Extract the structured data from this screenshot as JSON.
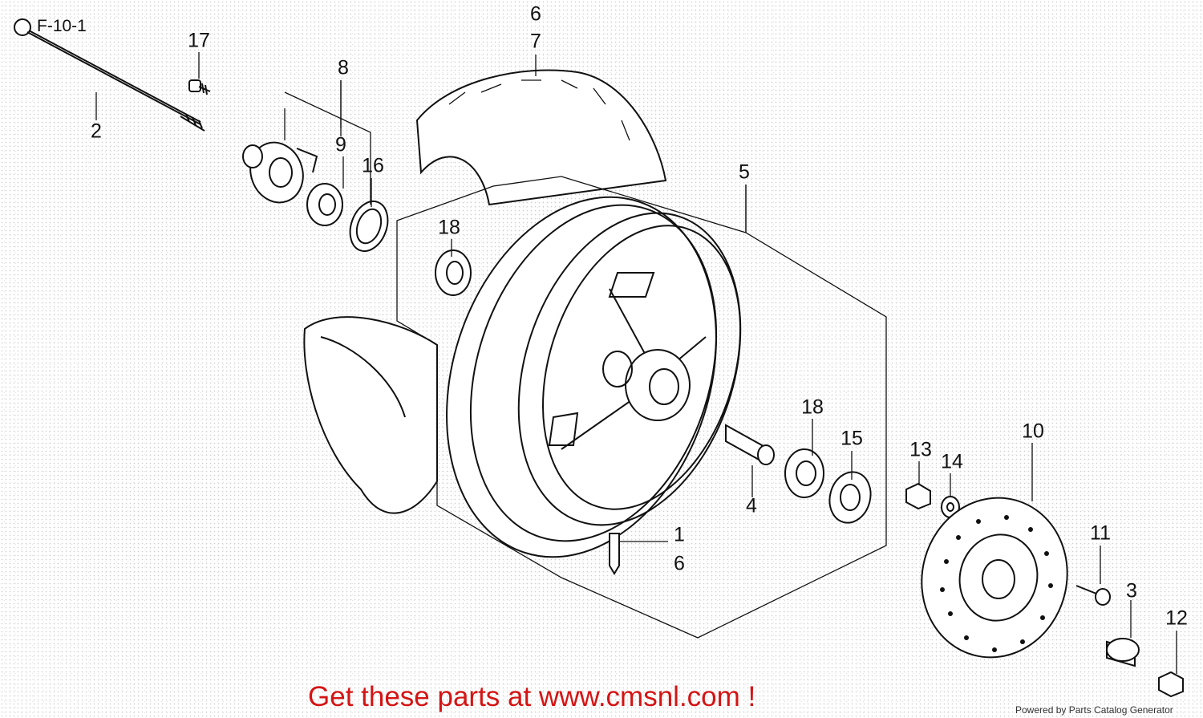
{
  "figure_code": "F-10-1",
  "callouts": [
    {
      "id": "c6a",
      "label": "6"
    },
    {
      "id": "c7",
      "label": "7"
    },
    {
      "id": "c17",
      "label": "17"
    },
    {
      "id": "c8",
      "label": "8"
    },
    {
      "id": "c2",
      "label": "2"
    },
    {
      "id": "c9",
      "label": "9"
    },
    {
      "id": "c16",
      "label": "16"
    },
    {
      "id": "c5",
      "label": "5"
    },
    {
      "id": "c18a",
      "label": "18"
    },
    {
      "id": "c18b",
      "label": "18"
    },
    {
      "id": "c15",
      "label": "15"
    },
    {
      "id": "c13",
      "label": "13"
    },
    {
      "id": "c14",
      "label": "14"
    },
    {
      "id": "c10",
      "label": "10"
    },
    {
      "id": "c4",
      "label": "4"
    },
    {
      "id": "c1",
      "label": "1"
    },
    {
      "id": "c6b",
      "label": "6"
    },
    {
      "id": "c11",
      "label": "11"
    },
    {
      "id": "c3",
      "label": "3"
    },
    {
      "id": "c12",
      "label": "12"
    }
  ],
  "footer": {
    "promo": "Get these parts at www.cmsnl.com !",
    "credit": "Powered by Parts Catalog Generator"
  },
  "colors": {
    "ink": "#111111",
    "promo": "#d41414"
  }
}
